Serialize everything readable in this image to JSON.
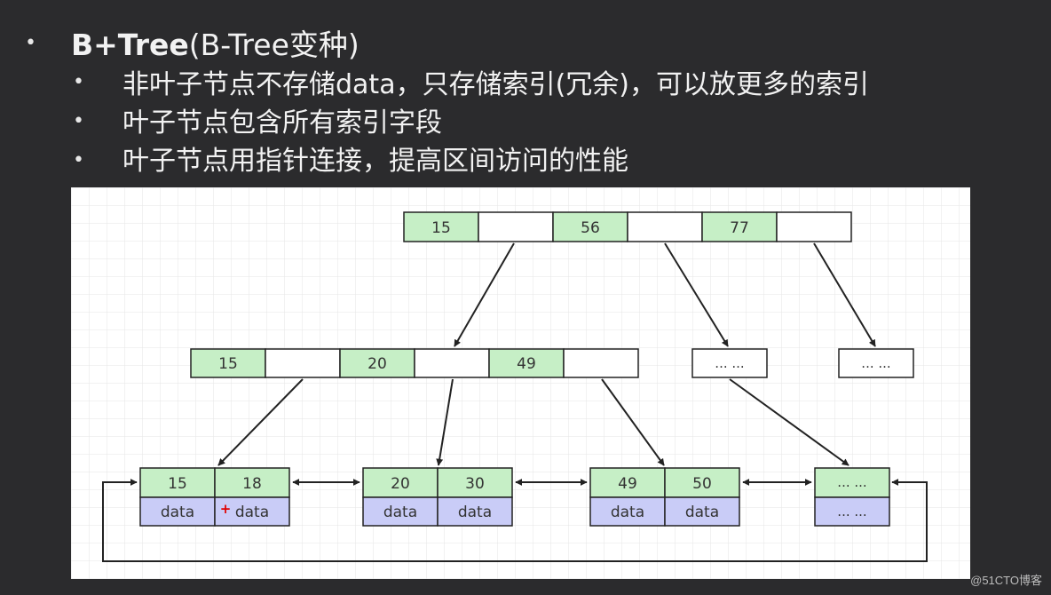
{
  "heading": {
    "bold": "B+Tree",
    "rest": "(B-Tree变种)"
  },
  "bullets": [
    "非叶子节点不存储data，只存储索引(冗余)，可以放更多的索引",
    "叶子节点包含所有索引字段",
    "叶子节点用指针连接，提高区间访问的性能"
  ],
  "root": {
    "keys": [
      "15",
      "56",
      "77"
    ]
  },
  "internal": {
    "keys": [
      "15",
      "20",
      "49"
    ]
  },
  "placeholders": [
    "... ...",
    "... ..."
  ],
  "leaves": [
    {
      "keys": [
        "15",
        "18"
      ],
      "data": [
        "data",
        "data"
      ]
    },
    {
      "keys": [
        "20",
        "30"
      ],
      "data": [
        "data",
        "data"
      ]
    },
    {
      "keys": [
        "49",
        "50"
      ],
      "data": [
        "data",
        "data"
      ]
    },
    {
      "keys": [
        "... ..."
      ],
      "data": [
        "... ..."
      ]
    }
  ],
  "cursor_marker": "+",
  "watermark": "@51CTO博客",
  "colors": {
    "background": "#2b2b2d",
    "key_fill": "#c6efc6",
    "data_fill": "#c9ccf7",
    "node_stroke": "#222222",
    "grid": "#e6e6e6",
    "marker": "#e00000"
  }
}
